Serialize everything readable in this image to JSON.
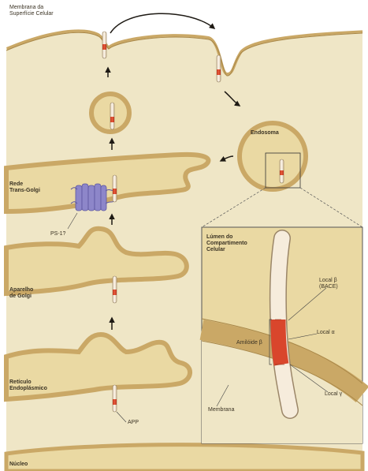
{
  "labels": {
    "cell_surface_membrane_line1": "Membrana da",
    "cell_surface_membrane_line2": "Superfície Celular",
    "endosome": "Endosoma",
    "trans_golgi_line1": "Rede",
    "trans_golgi_line2": "Trans-Golgi",
    "ps1": "PS-1?",
    "golgi_line1": "Aparelho",
    "golgi_line2": "de Golgi",
    "er_line1": "Retículo",
    "er_line2": "Endoplásmico",
    "app": "APP",
    "nucleus": "Núcleo",
    "lumen_line1": "Lúmen do",
    "lumen_line2": "Compartimento",
    "lumen_line3": "Celular",
    "beta_site_line1": "Local β",
    "beta_site_line2": "(BACE)",
    "alpha_site": "Local α",
    "amyloid_beta": "Amilóide β",
    "gamma_site": "Local γ",
    "membrane": "Membrana"
  },
  "colors": {
    "cytoplasm": "#efe6c6",
    "lumen": "#ead9a3",
    "membrane": "#caa866",
    "membrane_dark": "#a88748",
    "app_body": "#f6ecdc",
    "app_red": "#d9462c",
    "ps1": "#8d86c9"
  }
}
